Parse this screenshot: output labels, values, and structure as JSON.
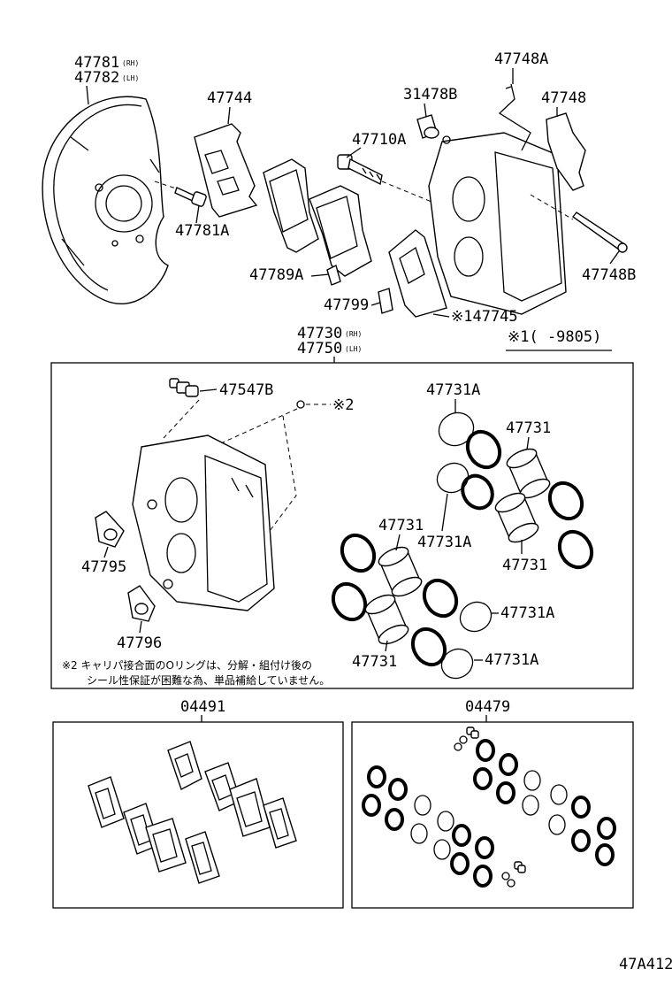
{
  "labels": {
    "shield_rh": "47781",
    "shield_lh": "47782",
    "rh_tag": "(RH)",
    "lh_tag": "(LH)",
    "pad_support": "47744",
    "bushing": "31478B",
    "spring_a": "47748A",
    "spring": "47748",
    "bolt": "47710A",
    "pin": "47748B",
    "bolt_b": "47781A",
    "pad": "47789A",
    "clip": "47799",
    "shim": "※147745",
    "date_note": "※1(    -9805)",
    "cyl_rh": "47730",
    "cyl_lh": "47750",
    "bleeder": "47547B",
    "oring_mark": "※2",
    "seal_a_1": "47731A",
    "piston_1": "47731",
    "piston_2": "47731",
    "seal_a_2": "47731A",
    "piston_3": "47731",
    "piston_4": "47731",
    "seal_a_3": "47731A",
    "seal_a_4": "47731A",
    "cap_1": "47795",
    "cap_2": "47796",
    "note_line1": "※2 キャリパ接合面のOリングは、分解・組付け後の",
    "note_line2": "シール性保証が困難な為、単品補給していません。",
    "kit_pad": "04491",
    "kit_cyl": "04479",
    "fig_code": "47A412"
  }
}
